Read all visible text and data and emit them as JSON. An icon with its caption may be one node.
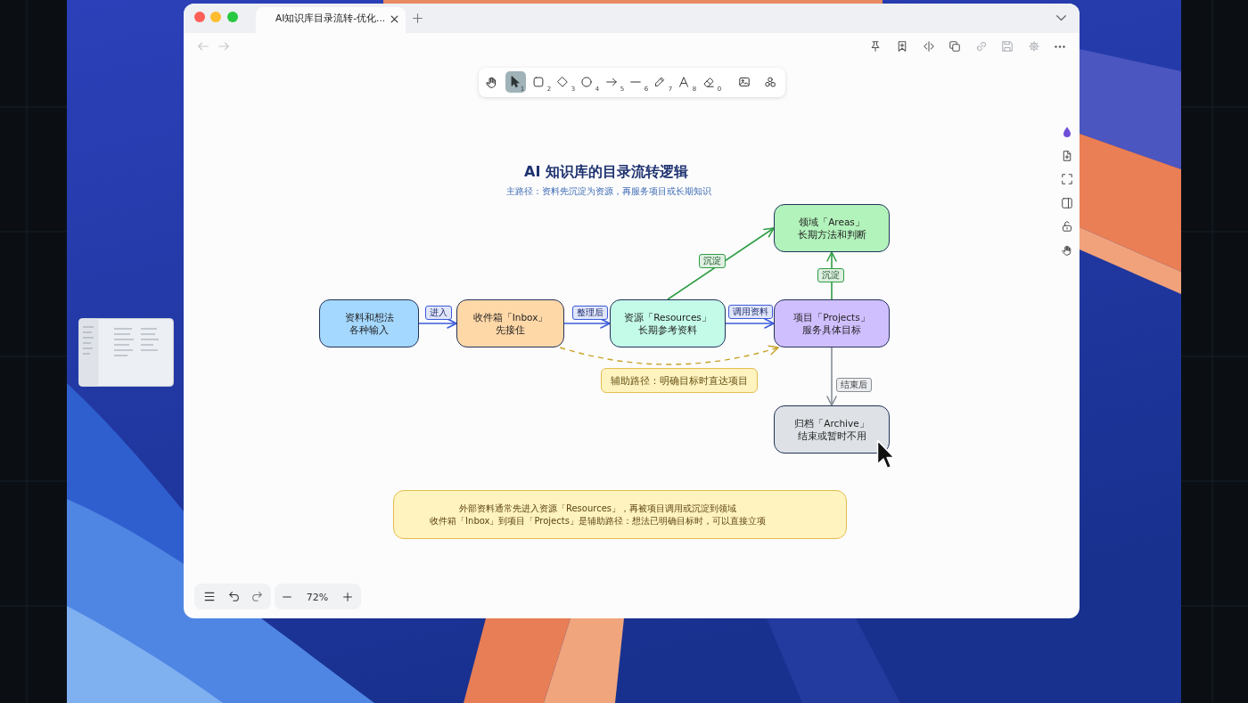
{
  "diagram": {
    "title": "AI 知识库的目录流转逻辑",
    "nodes": [
      {
        "text": [
          "资料和想法",
          "各种输入"
        ]
      },
      {
        "text": [
          "收件箱「Inbox」",
          "先接住"
        ]
      },
      {
        "text": [
          "资源「Resources」",
          "长期参考资料"
        ]
      },
      {
        "text": [
          "领域「Areas」",
          "长期方法和判断"
        ]
      },
      {
        "text": [
          "项目「Projects」",
          "服务具体目标"
        ]
      },
      {
        "text": [
          "归档「Archive」",
          "结束或暂时不用"
        ]
      },
      {
        "text": [
          "外部资料通常先进入资源「Resources」，再被项目调用或沉淀到领域",
          "收件箱「Inbox」到项目「Projects」是辅助路径：想法已明确目标时，可以直接立项"
        ]
      }
    ],
    "edges": [
      {
        "from": 0,
        "to": 1,
        "arrow": "to",
        "label": "进入"
      },
      {
        "from": 1,
        "to": 2,
        "arrow": "to",
        "label": "整理后"
      },
      {
        "from": 2,
        "to": 4,
        "arrow": "to",
        "label": "调用资料"
      },
      {
        "from": 2,
        "to": 3,
        "arrow": "to",
        "label": "沉淀",
        "color": "#2f9e44"
      },
      {
        "from": 4,
        "to": 3,
        "arrow": "to",
        "label": "沉淀",
        "color": "#2f9e44"
      },
      {
        "from": 4,
        "to": 5,
        "arrow": "to",
        "label": "结束后",
        "color": "#868e96"
      },
      {
        "from": 1,
        "to": 4,
        "arrow": "to",
        "label": "辅助路径：明确目标时直达项目",
        "style": "dashed",
        "color": "#c9a227"
      }
    ],
    "labels": [
      "AI知识库目录流转-优化...",
      "1",
      "2",
      "3",
      "4",
      "5",
      "6",
      "7",
      "8",
      "0",
      "主路径：资料先沉淀为资源，再服务项目或长期知识",
      "72%"
    ]
  }
}
